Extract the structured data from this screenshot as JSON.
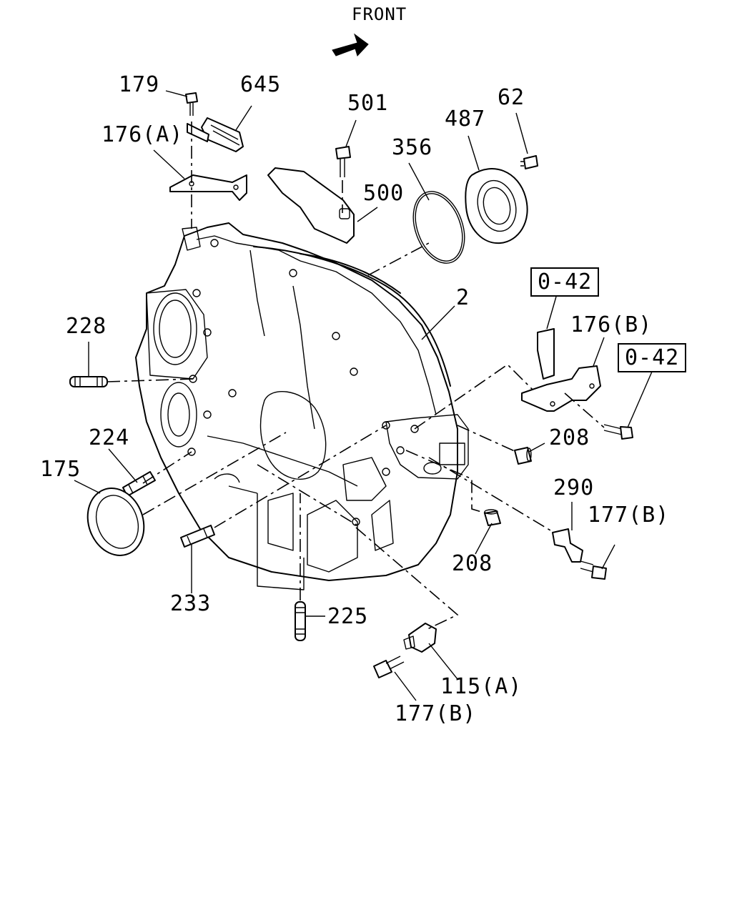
{
  "diagram": {
    "orientation": "FRONT",
    "callouts": [
      {
        "id": "c179",
        "text": "179"
      },
      {
        "id": "c645",
        "text": "645"
      },
      {
        "id": "c176a",
        "text": "176(A)"
      },
      {
        "id": "c501",
        "text": "501"
      },
      {
        "id": "c356",
        "text": "356"
      },
      {
        "id": "c487",
        "text": "487"
      },
      {
        "id": "c62",
        "text": "62"
      },
      {
        "id": "c500",
        "text": "500"
      },
      {
        "id": "c2",
        "text": "2"
      },
      {
        "id": "c042a",
        "text": "0-42"
      },
      {
        "id": "c176b",
        "text": "176(B)"
      },
      {
        "id": "c042b",
        "text": "0-42"
      },
      {
        "id": "c228",
        "text": "228"
      },
      {
        "id": "c224",
        "text": "224"
      },
      {
        "id": "c175",
        "text": "175"
      },
      {
        "id": "c208a",
        "text": "208"
      },
      {
        "id": "c290",
        "text": "290"
      },
      {
        "id": "c177b1",
        "text": "177(B)"
      },
      {
        "id": "c208b",
        "text": "208"
      },
      {
        "id": "c233",
        "text": "233"
      },
      {
        "id": "c225",
        "text": "225"
      },
      {
        "id": "c115a",
        "text": "115(A)"
      },
      {
        "id": "c177b2",
        "text": "177(B)"
      }
    ]
  }
}
